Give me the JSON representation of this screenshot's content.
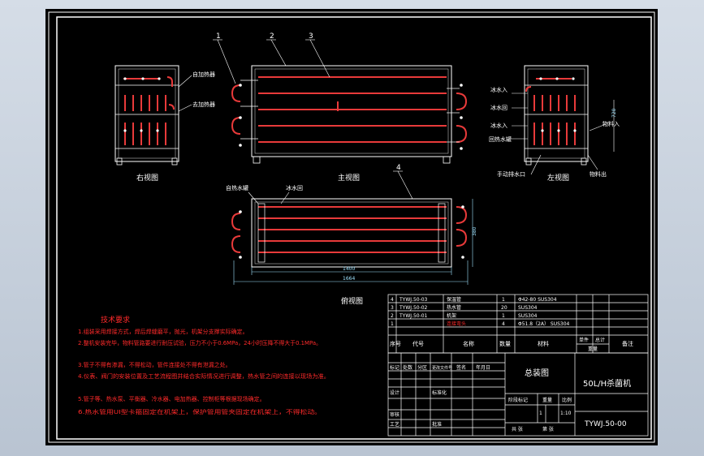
{
  "views": {
    "right_view": "右视图",
    "main_view": "主视图",
    "left_view": "左视图",
    "top_view": "俯视图"
  },
  "part_numbers": [
    "1",
    "2",
    "3",
    "4"
  ],
  "annotations": {
    "right": [
      "自加热器",
      "去加热器"
    ],
    "left": [
      "冰水入",
      "冰水回",
      "冰水入",
      "回热水罐",
      "手动排水口",
      "物料入",
      "物料出"
    ],
    "top": [
      "自热水罐",
      "冰水回"
    ]
  },
  "dimensions": {
    "length": "1400",
    "overall_length": "1664",
    "width": "380",
    "height": "720"
  },
  "tech_requirements": {
    "title": "技术要求",
    "lines": [
      "1.组装采用焊接方式，焊后焊缝磨平，抛光，机架分支撑实际确定。",
      "2.整机安装完毕，物料管路要进行耐压试验，压力不小于0.6MPa，24小时压降不得大于0.1MPa。",
      "3.管子不得有渗漏，不得松动，管件连接处不得有泄漏之处。",
      "4.仪表、阀门的安装位置及工艺流程图并结合实际情况进行调整，热水管之间的连接以现场为准。",
      "5.管子等、热水泵、平衡器、冷水器、电加热器、控制柜等根据现场确定。",
      "6.热水管用UI型卡箍固定在机架上，保护管用管夹固定在机架上，不得松动。"
    ]
  },
  "bom": {
    "rows": [
      {
        "no": "4",
        "code": "TYWJ.50-03",
        "name": "保温管",
        "qty": "1",
        "material": "Φ42-80 SUS304"
      },
      {
        "no": "3",
        "code": "TYWJ.50-02",
        "name": "热水管",
        "qty": "20",
        "material": "SUS304"
      },
      {
        "no": "2",
        "code": "TYWJ.50-01",
        "name": "机架",
        "qty": "1",
        "material": "SUS304"
      },
      {
        "no": "1",
        "code": "",
        "name": "连接弯头",
        "qty": "4",
        "material": "Φ51.8（2A） SUS304"
      }
    ],
    "headers": {
      "no": "序号",
      "code": "代号",
      "name": "名称",
      "qty": "数量",
      "material": "材料",
      "unit_weight": "单件",
      "total_weight": "总计",
      "weight": "重量",
      "remark": "备注"
    }
  },
  "title_block": {
    "drawing_name": "总装图",
    "product_name": "50L/H杀菌机",
    "drawing_no": "TYWJ.50-00",
    "scale_label": "比例",
    "scale": "1:10",
    "weight_label": "重量",
    "stage_label": "阶段标记",
    "sheet_count": "1",
    "sheet_total_label": "共 张",
    "sheet_label": "第 张",
    "rows": [
      "标记",
      "处数",
      "分区",
      "更改文件号",
      "签名",
      "年月日"
    ],
    "design": "设计",
    "standard": "标准化",
    "check": "审核",
    "process": "工艺",
    "approve": "批准"
  },
  "colors": {
    "background": "#000000",
    "frame": "#ffffff",
    "pipe": "#e83a3a",
    "text_red": "#ff2a2a",
    "dim_cyan": "#9fe3ff",
    "text_white": "#ffffff"
  }
}
